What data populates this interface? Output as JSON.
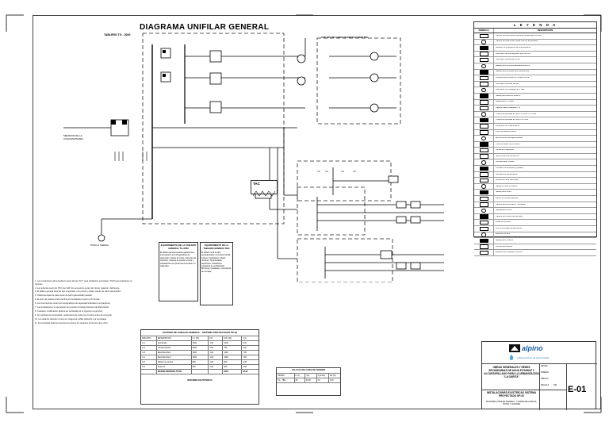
{
  "drawing": {
    "title": "DIAGRAMA UNIFILAR GENERAL",
    "board_label": "TABLERO TG - 2000",
    "sub_board_label": "TABLERO DE FUERZA EN EDIFICACIONES TBG",
    "tac_label": "TAC",
    "meter_label": "MEDIDOR DE LA CONCESIONARIA",
    "ground_label": "POZO A TIERRA"
  },
  "legend": {
    "title": "L E Y E N D A",
    "col_symbol": "SIMBOLO",
    "col_description": "DESCRIPCION",
    "items": [
      "Tablero de Distribución General, Empotrado en muro",
      "Tablero de Distribución para Fuerza, Empotrado",
      "Medidor de energía de la concesionaria",
      "Interruptor termomagnético tipo riel DIN",
      "Interruptor diferencial 30mA",
      "Salida para luminaria adosada al techo",
      "Salida para luminaria tipo fluorescente",
      "Tomacorriente doble con línea a tierra",
      "Interruptor unipolar simple",
      "Interruptor conmutador de 3 vías",
      "Salida para teléfono externo",
      "Salida para TV cable",
      "Caja de pase cuadrada F°G°",
      "Tubería empotrada en techo o muro PVC-SAP",
      "Tubería empotrada en piso PVC-SAP",
      "Conductor de línea a tierra",
      "Pozo de puesta a tierra",
      "Electrobomba de agua potable",
      "Transformador de corriente",
      "Contactor magnético",
      "Relé térmico de protección",
      "Temporizador horario",
      "Pulsador de arranque y parada",
      "Lámpara de señalización",
      "Sensor de nivel tipo boya",
      "Salida de fuerza trifásica",
      "Salida para motor",
      "Banco de condensadores",
      "Tablero de Alumbrado y Comando",
      "Salida para timbre",
      "Tablero de Control de Bombas",
      "Llave de cuchilla",
      "Luz de emergencia autónoma",
      "Extractor de aire",
      "Salida para reflector",
      "Circuito de reserva",
      "Medición de Energía y Fuerza"
    ]
  },
  "textboxes": {
    "left": {
      "title": "EQUIPAMIENTO DE LA TABLERO GENERAL TG-2000",
      "body": "El tablero general estará equipado con interruptores termomagnéticos de protección, barras de cobre, borneras de conexión, sistema de puesta a tierra y señalización de presencia de tensión en cada fase."
    },
    "right": {
      "title": "EQUIPAMIENTO DE LA TABLERO BOMBAS TBG",
      "body": "El tablero será de tipo autosoportado con puerta frontal, incluye: Contactores, Relés térmicos, Temporizador, Selectores, Pulsadores, Lámparas de señalización, Borneras, Canaletas y accesorios de montaje."
    }
  },
  "notes": [
    "1. Los conductores alimentadores serán del tipo NYY para instalación enterrada y THW para instalación en tuberías.",
    "2. Las tuberías serán de PVC tipo SAP, los accesorios serán del mismo material y fabricante.",
    "3. El tablero general será del tipo empotrado, con puerta y chapa, barras de cobre electrolítico.",
    "4. Todas las cajas de pase serán de fierro galvanizado pesado.",
    "5. El pozo de puesta a tierra tendrá una resistencia menor a 15 ohmios.",
    "6. Los interruptores serán termomagnéticos de capacidad indicada en el diagrama.",
    "7. Las instalaciones se ejecutarán de acuerdo al Código Nacional de Electricidad.",
    "8. Cualquier modificación deberá ser aprobada por el ingeniero supervisor.",
    "9. Se verificará la continuidad y aislamiento de todos los circuitos antes de energizar.",
    "10. Los tableros deberán contar con diagrama unifilar adherido a la contratapa.",
    "11. El contratista deberá presentar los planos de replanteo al término de la obra."
  ],
  "load_table": {
    "title": "CUADRO DE CARGAS GENERAL - SISTEMA PROYECTADO SP-02",
    "headers": [
      "CIRCUITO",
      "DESCRIPCION",
      "C.I. (W)",
      "F.D.",
      "M.D. (W)",
      "I (A)"
    ],
    "rows": [
      [
        "C-1",
        "Alumbrado",
        "1200",
        "1.00",
        "1200",
        "6.43"
      ],
      [
        "C-2",
        "Tomacorrientes",
        "1500",
        "0.50",
        "750",
        "4.02"
      ],
      [
        "C-3",
        "Electrobomba 1",
        "1492",
        "1.00",
        "1492",
        "7.99"
      ],
      [
        "C-4",
        "Electrobomba 2",
        "1492",
        "1.00",
        "1492",
        "7.99"
      ],
      [
        "C-5",
        "Tablero de control",
        "800",
        "1.00",
        "800",
        "4.28"
      ],
      [
        "C-6",
        "Reserva",
        "500",
        "1.00",
        "500",
        "2.68"
      ]
    ],
    "total_row": [
      "",
      "MAXIMA DEMANDA TOTAL",
      "",
      "",
      "6234",
      "33.39"
    ],
    "footer_title": "RESUMEN DE POTENCIA"
  },
  "calc_table": {
    "title": "CALCULO DE CAIDA DE TENSION",
    "headers": [
      "TRAMO",
      "L (m)",
      "I (A)",
      "S (mm2)",
      "ΔV (%)"
    ],
    "rows": [
      [
        "TG - TBG",
        "25",
        "33.39",
        "10",
        "1.85"
      ]
    ]
  },
  "title_block": {
    "company": "alpino",
    "company_sub": "Abastecimiento de Agua Potable",
    "project": "OBRAS GENERALES Y REDES SECUNDARIAS DE AGUA POTABLE Y ALCANTARILLADO PARA LA URBANIZACION \"LA GARITA\"",
    "sheet_title": "INSTALACIONES ELECTRICAS SISTEMA PROYECTADO SP-02",
    "sheet_sub": "DIAGRAMA UNIFILAR GENERAL - CUADRO DE CARGAS, NOTAS Y LEYENDA",
    "sheet_number": "E-01",
    "field_date": "FECHA",
    "field_scale": "ESCALA",
    "field_design": "DISEÑO",
    "field_drawn": "DIBUJO",
    "scale_value": "S/E"
  }
}
